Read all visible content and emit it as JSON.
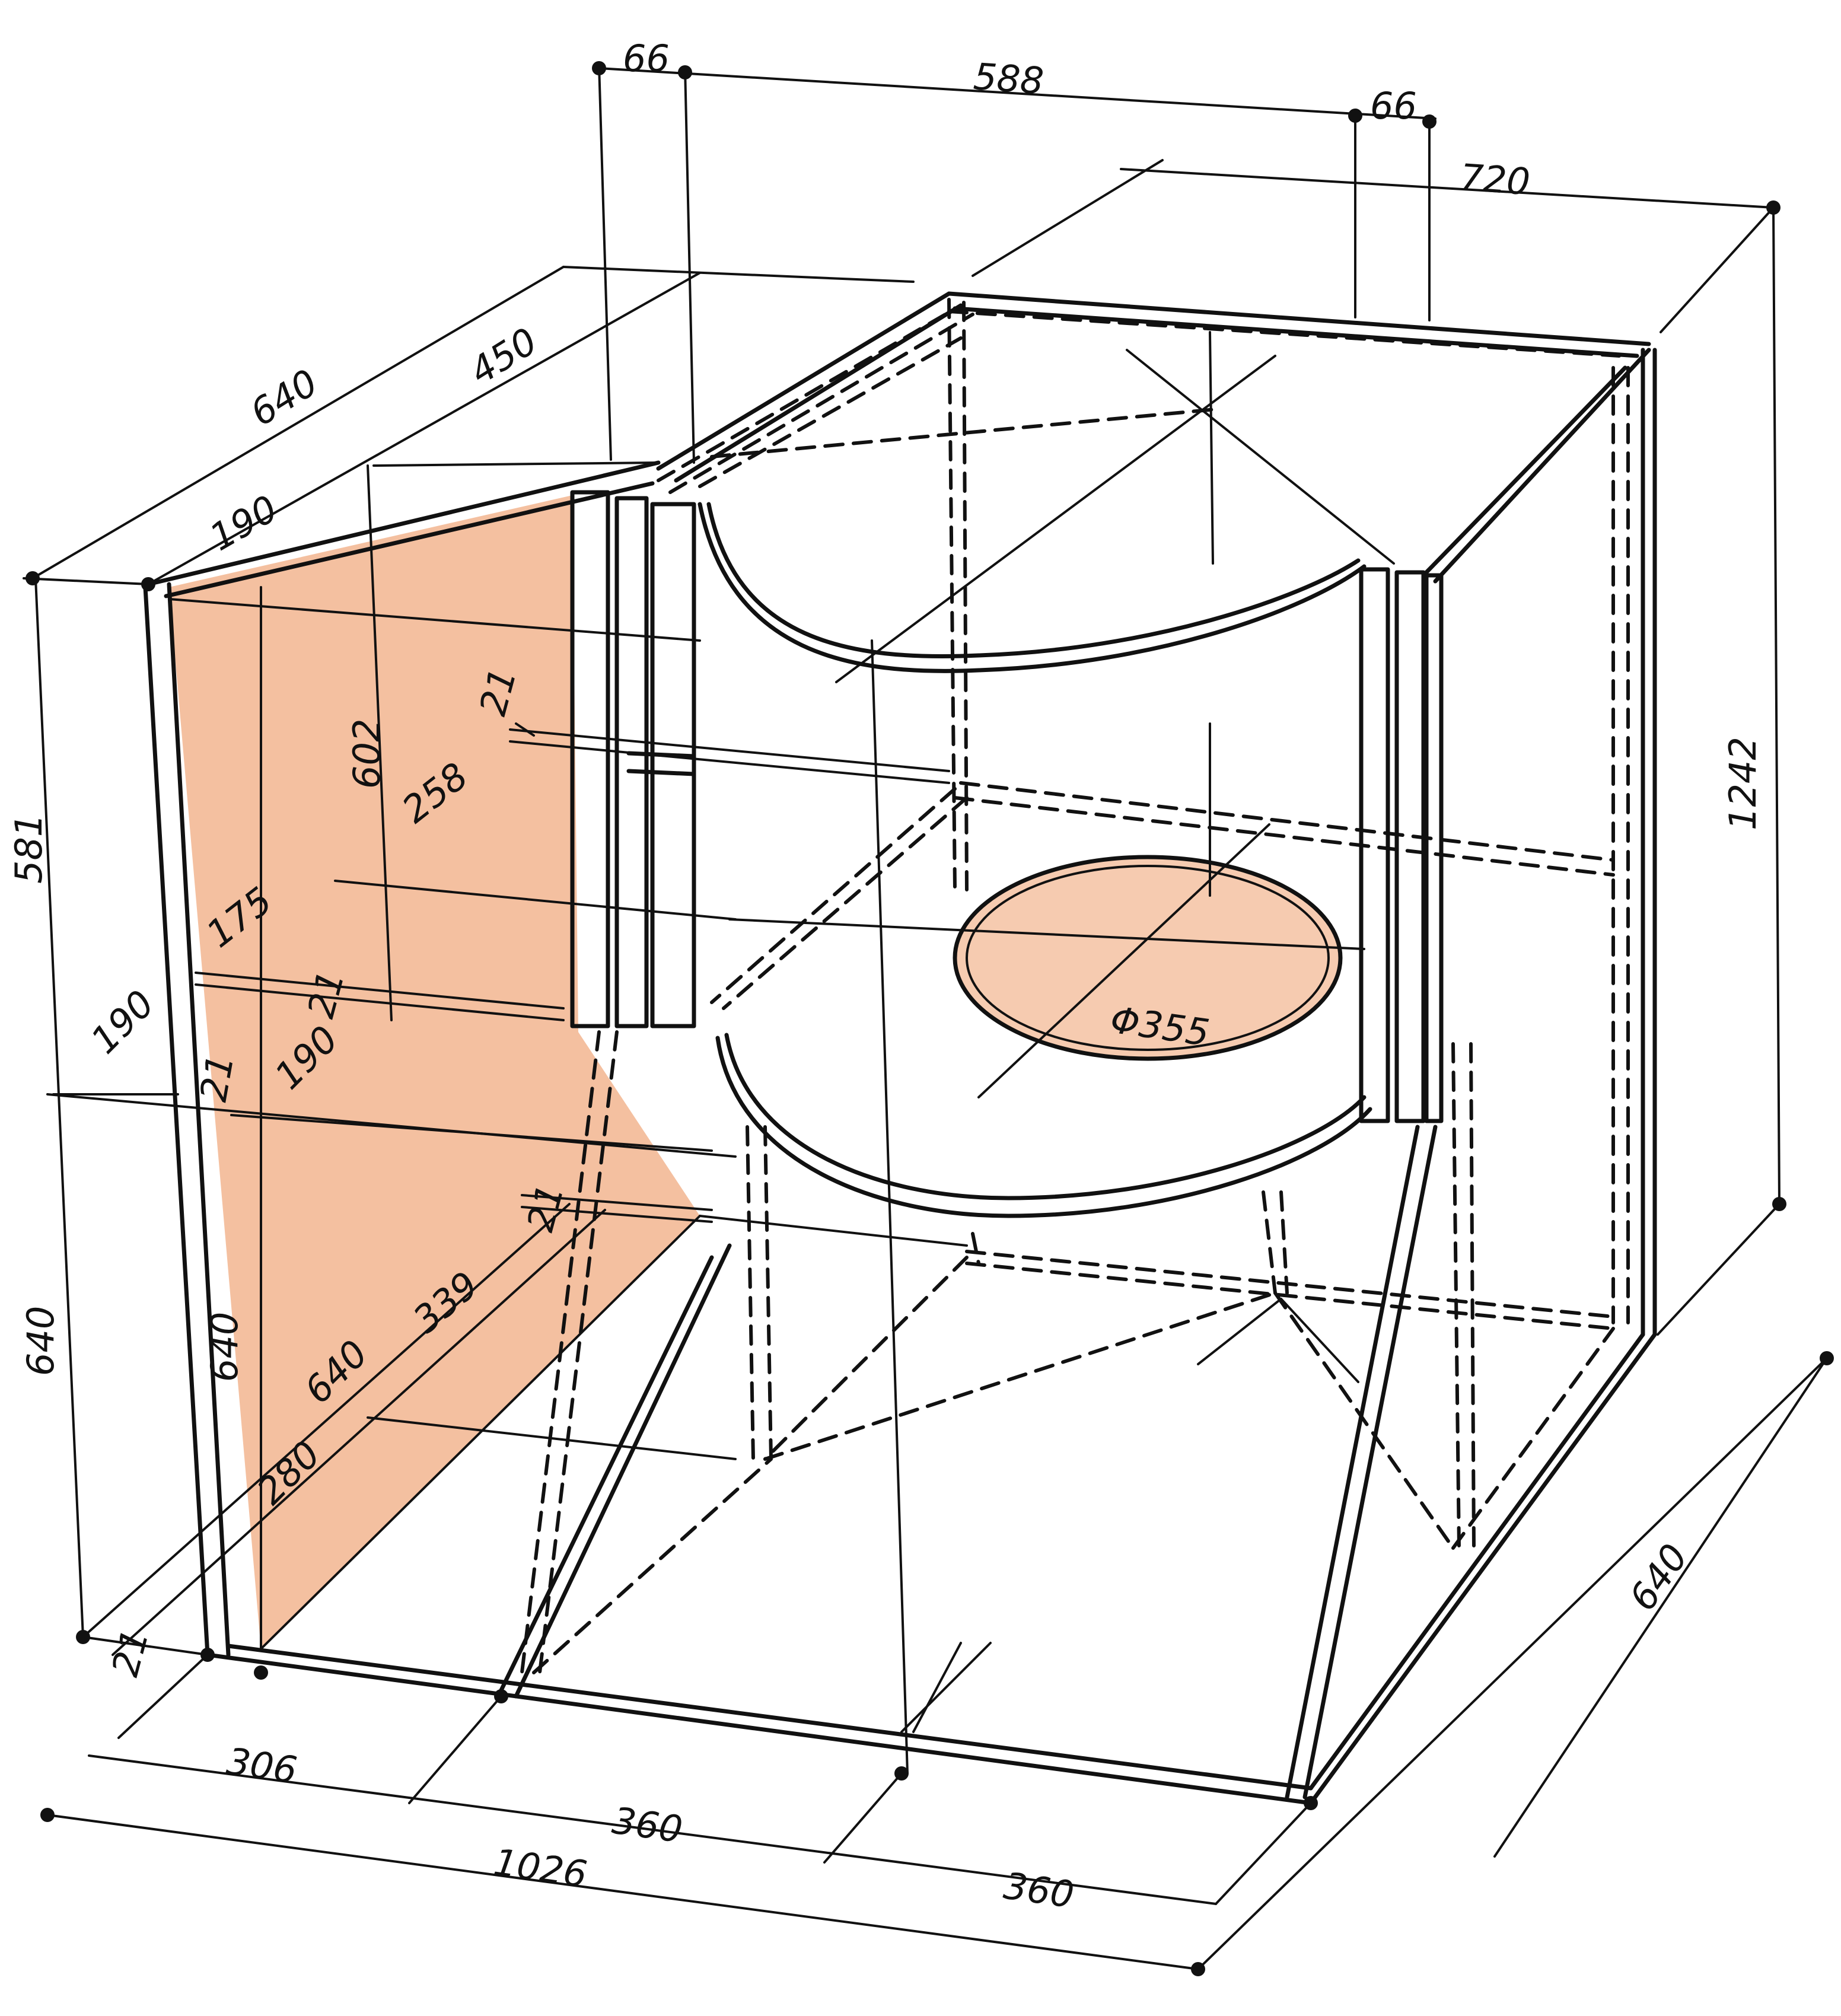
{
  "drawing": {
    "panel_fill": "#f2b58f",
    "ink_color": "#111111",
    "dimensions": {
      "top_66_left": "66",
      "top_588": "588",
      "top_66_right": "66",
      "top_720": "720",
      "side_640_top": "640",
      "side_450": "450",
      "side_190_top": "190",
      "left_581": "581",
      "v_602": "602",
      "d_258": "258",
      "d_175": "175",
      "d_190_left": "190",
      "d_21_a": "21",
      "d_190_mid": "190",
      "d_21_b": "21",
      "left_640": "640",
      "d_21_c": "21",
      "d_339": "339",
      "d_640_inner": "640",
      "d_640_inner2": "640",
      "d_280": "280",
      "d_21_bottom": "21",
      "right_1242": "1242",
      "port_diameter": "Φ355",
      "bottom_306": "306",
      "bottom_360_a": "360",
      "bottom_1026": "1026",
      "bottom_360_b": "360",
      "right_640": "640"
    }
  }
}
